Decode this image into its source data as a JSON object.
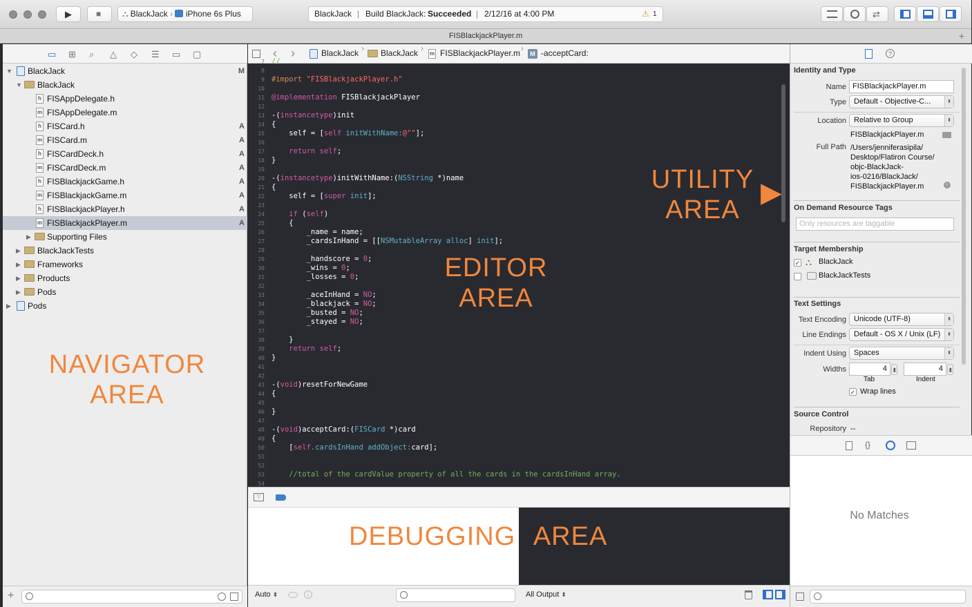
{
  "toolbar": {
    "scheme_name": "BlackJack",
    "device_name": "iPhone 6s Plus",
    "activity_project": "BlackJack",
    "activity_status_prefix": "Build BlackJack:",
    "activity_status_result": "Succeeded",
    "activity_time": "2/12/16 at 4:00 PM",
    "warning_count": "1"
  },
  "tab_title": "FISBlackjackPlayer.m",
  "navigator": {
    "items": [
      {
        "label": "BlackJack",
        "badge": "M"
      },
      {
        "label": "BlackJack",
        "badge": ""
      },
      {
        "label": "FISAppDelegate.h",
        "badge": ""
      },
      {
        "label": "FISAppDelegate.m",
        "badge": ""
      },
      {
        "label": "FISCard.h",
        "badge": "A"
      },
      {
        "label": "FISCard.m",
        "badge": "A"
      },
      {
        "label": "FISCardDeck.h",
        "badge": "A"
      },
      {
        "label": "FISCardDeck.m",
        "badge": "A"
      },
      {
        "label": "FISBlackjackGame.h",
        "badge": "A"
      },
      {
        "label": "FISBlackjackGame.m",
        "badge": "A"
      },
      {
        "label": "FISBlackjackPlayer.h",
        "badge": "A"
      },
      {
        "label": "FISBlackjackPlayer.m",
        "badge": "A"
      },
      {
        "label": "Supporting Files",
        "badge": ""
      },
      {
        "label": "BlackJackTests",
        "badge": ""
      },
      {
        "label": "Frameworks",
        "badge": ""
      },
      {
        "label": "Products",
        "badge": ""
      },
      {
        "label": "Pods",
        "badge": ""
      },
      {
        "label": "Pods",
        "badge": ""
      }
    ],
    "file_type_letters": {
      "header": "h",
      "impl": "m"
    }
  },
  "jumpbar": {
    "crumbs": [
      "BlackJack",
      "BlackJack",
      "FISBlackjackPlayer.m",
      "-acceptCard:"
    ],
    "method_letter": "M"
  },
  "editor": {
    "line_numbers": [
      "7",
      "8",
      "9",
      "10",
      "11",
      "12",
      "13",
      "14",
      "15",
      "16",
      "17",
      "18",
      "19",
      "20",
      "21",
      "22",
      "23",
      "24",
      "25",
      "26",
      "27",
      "28",
      "29",
      "30",
      "31",
      "32",
      "33",
      "34",
      "35",
      "36",
      "37",
      "38",
      "39",
      "40",
      "41",
      "42",
      "43",
      "44",
      "45",
      "46",
      "47",
      "48",
      "49",
      "50",
      "51",
      "52",
      "53",
      "54"
    ],
    "code": {
      "l7": "//",
      "l9_directive": "#import",
      "l9_string": "\"FISBlackjackPlayer.h\"",
      "l11_kw": "@implementation",
      "l11_name": "FISBlackjackPlayer",
      "l13_a": "-(",
      "l13_kw": "instancetype",
      "l13_b": ")init",
      "l14": "{",
      "l15_a": "    self = [",
      "l15_kw": "self",
      "l15_method": "initWithName:",
      "l15_str": "@\"\"",
      "l15_b": "];",
      "l17_kw": "return self",
      "l17_b": ";",
      "l18": "}",
      "l20_a": "-(",
      "l20_kw": "instancetype",
      "l20_b": ")initWithName:(",
      "l20_type": "NSString",
      "l20_c": " *)name",
      "l21": "{",
      "l22_a": "    self = [",
      "l22_kw": "super",
      "l22_method": "init",
      "l22_b": "];",
      "l24_kw": "if",
      "l24_a": " (",
      "l24_kw2": "self",
      "l24_b": ")",
      "l25": "    {",
      "l26": "        _name = name;",
      "l27_a": "        _cardsInHand = [[",
      "l27_type": "NSMutableArray",
      "l27_method": "alloc",
      "l27_method2": "init",
      "l27_b": "];",
      "l29": "        _handscore = ",
      "l29_num": "0",
      "l30": "        _wins = ",
      "l30_num": "0",
      "l31": "        _losses = ",
      "l31_num": "0",
      "l33": "        _aceInHand = ",
      "l34": "        _blackjack = ",
      "l35": "        _busted = ",
      "l36": "        _stayed = ",
      "bool_no": "NO",
      "semi": ";",
      "l38": "    }",
      "l39_kw": "return self",
      "l39_b": ";",
      "l40": "}",
      "l43_a": "-(",
      "l43_kw": "void",
      "l43_b": ")resetForNewGame",
      "l44": "{",
      "l46": "}",
      "l48_a": "-(",
      "l48_kw": "void",
      "l48_b": ")acceptCard:(",
      "l48_type": "FISCard",
      "l48_c": " *)card",
      "l49": "{",
      "l50_a": "    [",
      "l50_kw": "self",
      "l50_prop": ".cardsInHand",
      "l50_method": "addObject:",
      "l50_b": "card];",
      "l53_comment": "    //total of the cardValue property of all the cards in the cardsInHand array."
    }
  },
  "overlays": {
    "utility_1": "UTILITY",
    "utility_2": "AREA",
    "editor_1": "EDITOR",
    "editor_2": "AREA",
    "navigator_1": "NAVIGATOR",
    "navigator_2": "AREA",
    "debugging_1": "DEBUGGING",
    "debugging_2": "AREA"
  },
  "debug": {
    "variables_mode": "Auto",
    "output_mode": "All Output"
  },
  "inspector": {
    "identity_title": "Identity and Type",
    "name_label": "Name",
    "name_value": "FISBlackjackPlayer.m",
    "type_label": "Type",
    "type_value": "Default - Objective-C...",
    "location_label": "Location",
    "location_value": "Relative to Group",
    "location_file": "FISBlackjackPlayer.m",
    "fullpath_label": "Full Path",
    "fullpath_lines": [
      "/Users/jenniferasipila/",
      "Desktop/Flatiron Course/",
      "objc-BlackJack-",
      "ios-0216/BlackJack/",
      "FISBlackjackPlayer.m"
    ],
    "odr_title": "On Demand Resource Tags",
    "odr_placeholder": "Only resources are taggable",
    "target_title": "Target Membership",
    "target_1": "BlackJack",
    "target_2": "BlackJackTests",
    "text_title": "Text Settings",
    "encoding_label": "Text Encoding",
    "encoding_value": "Unicode (UTF-8)",
    "endings_label": "Line Endings",
    "endings_value": "Default - OS X / Unix (LF)",
    "indent_label": "Indent Using",
    "indent_value": "Spaces",
    "widths_label": "Widths",
    "tab_value": "4",
    "indent_width_value": "4",
    "tab_caption": "Tab",
    "indent_caption": "Indent",
    "wrap_label": "Wrap lines",
    "source_title": "Source Control",
    "repo_label": "Repository",
    "repo_value": "--",
    "no_matches": "No Matches"
  },
  "colors": {
    "overlay_orange": "#f0873c",
    "editor_bg": "#292a30",
    "keyword": "#d05ba4",
    "type": "#5fb3c9",
    "string": "#fc6a5d",
    "comment": "#72ad5d",
    "selection": "#c5cbd4"
  },
  "icons": {
    "check": "✓",
    "warning": "⚠",
    "play": "▶",
    "stop": "■",
    "plus": "+",
    "chevron_left": "‹",
    "chevron_right": "›",
    "disclosure_open": "▼",
    "disclosure_closed": "▶",
    "up_down": "⬍",
    "arrow_right": "▶"
  }
}
